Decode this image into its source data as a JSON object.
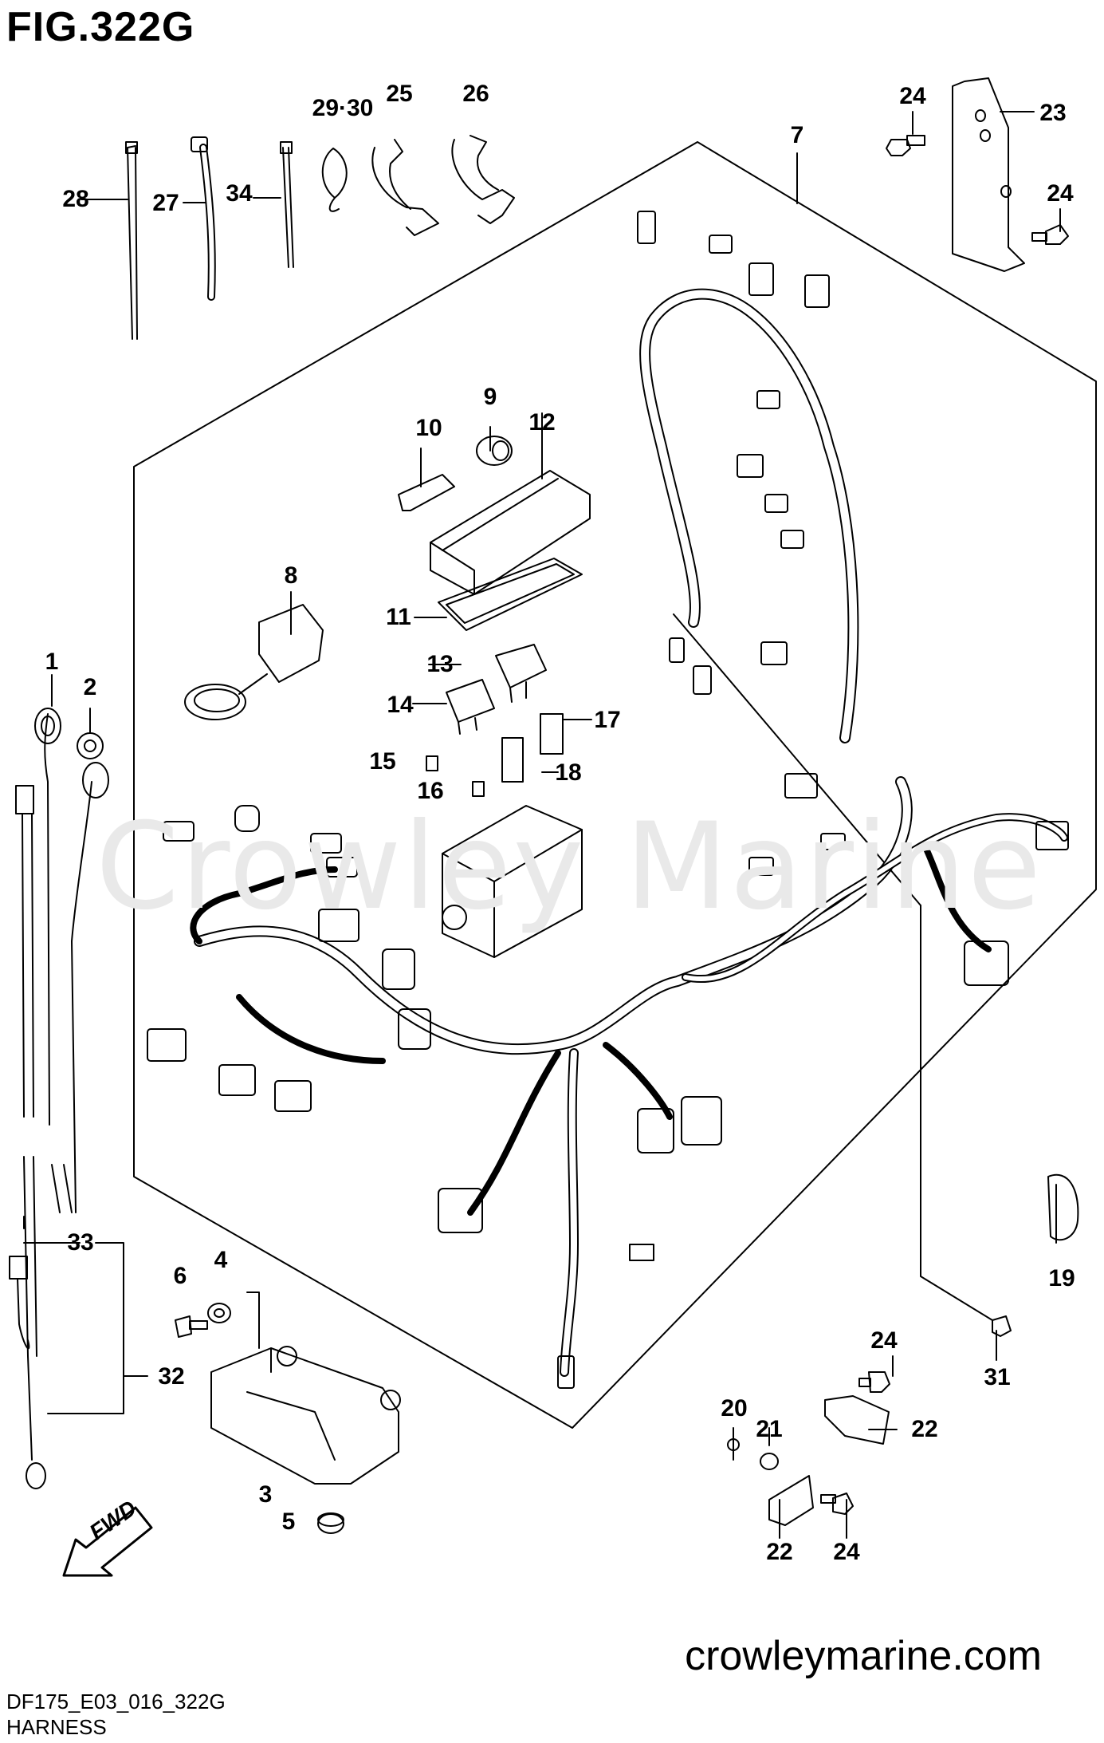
{
  "figure": {
    "title": "FIG.322G",
    "code": "DF175_E03_016_322G",
    "caption": "HARNESS",
    "website": "crowleymarine.com",
    "watermark": "Crowley Marine",
    "fwd_label": "FWD"
  },
  "callouts": {
    "c1": "1",
    "c2": "2",
    "c3": "3",
    "c4": "4",
    "c5": "5",
    "c6": "6",
    "c7": "7",
    "c8": "8",
    "c9": "9",
    "c10": "10",
    "c11": "11",
    "c12": "12",
    "c13": "13",
    "c14": "14",
    "c15": "15",
    "c16": "16",
    "c17": "17",
    "c18": "18",
    "c19": "19",
    "c20": "20",
    "c21": "21",
    "c22a": "22",
    "c22b": "22",
    "c23": "23",
    "c24a": "24",
    "c24b": "24",
    "c24c": "24",
    "c24d": "24",
    "c25": "25",
    "c26": "26",
    "c27": "27",
    "c28": "28",
    "c2930": "29·30",
    "c31": "31",
    "c32": "32",
    "c33": "33",
    "c34": "34"
  }
}
